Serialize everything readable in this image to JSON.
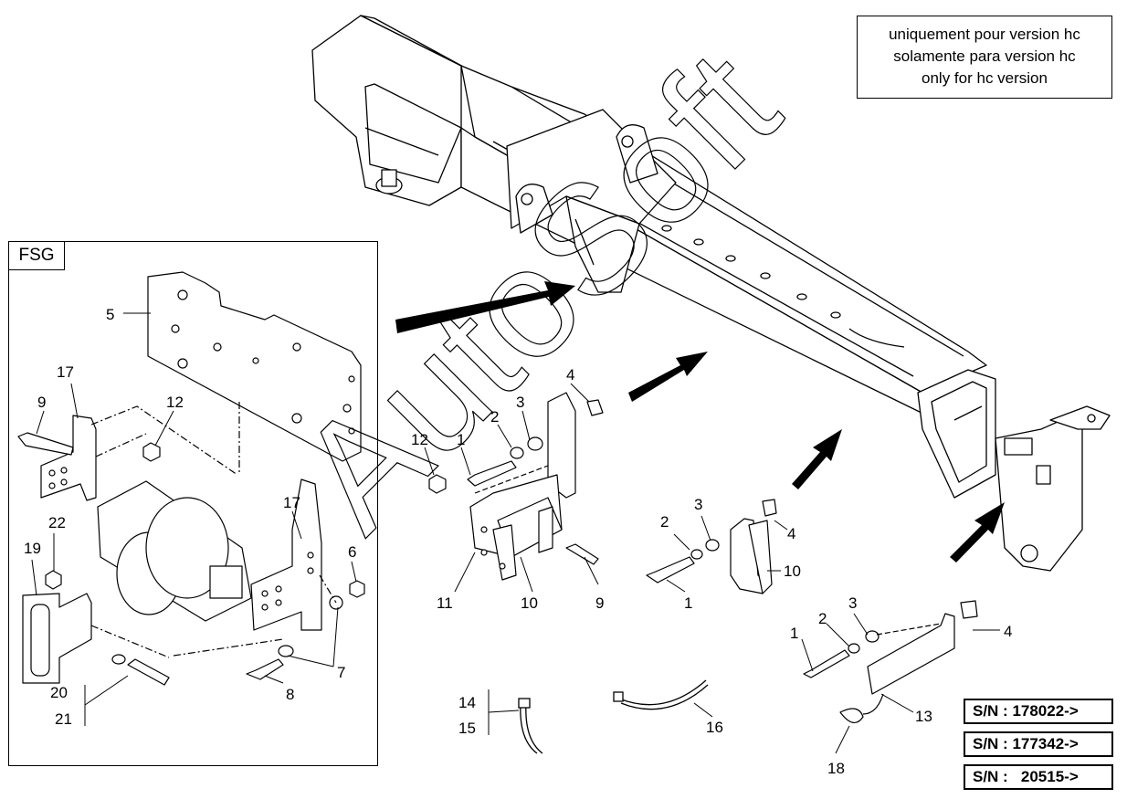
{
  "note_lines": [
    "uniquement pour version hc",
    "solamente para version hc",
    "only for hc version"
  ],
  "fsg_label": "FSG",
  "serial_numbers": [
    "S/N : 178022->",
    "S/N : 177342->",
    "S/N :   20515->"
  ],
  "watermark": "AutoSoft",
  "part_labels": {
    "p5": "5",
    "p17a": "17",
    "p9a": "9",
    "p12a": "12",
    "p22": "22",
    "p19": "19",
    "p17b": "17",
    "p6": "6",
    "p7": "7",
    "p8": "8",
    "p20": "20",
    "p21": "21",
    "p12b": "12",
    "p1a": "1",
    "p2a": "2",
    "p3a": "3",
    "p4a": "4",
    "p11": "11",
    "p10a": "10",
    "p9b": "9",
    "p2b": "2",
    "p3b": "3",
    "p4b": "4",
    "p10b": "10",
    "p1b": "1",
    "p1c": "1",
    "p2c": "2",
    "p3c": "3",
    "p4c": "4",
    "p13": "13",
    "p14": "14",
    "p15": "15",
    "p16": "16",
    "p18": "18"
  }
}
